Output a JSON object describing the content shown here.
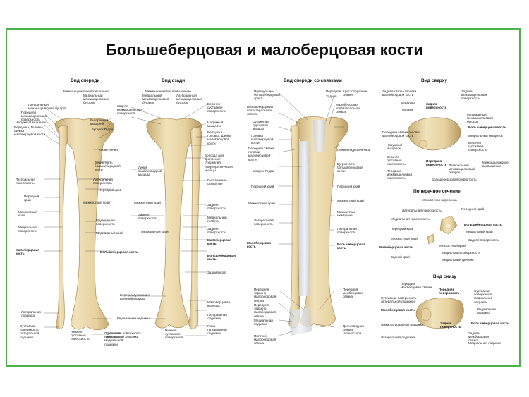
{
  "title": "Большеберцовая и малоберцовая кости",
  "views": {
    "front": "Вид спереди",
    "back": "Вид сзади",
    "front_lig": "Вид спереди со связками",
    "top": "Вид сверху",
    "cross": "Поперечное сечение",
    "bottom": "Вид снизу"
  },
  "front_labels": {
    "intercondylar": "Межмыщелковое возвышение",
    "lat_tubercle": "Латеральный межмыщелковый бугорок",
    "med_tubercle": "Медиальный межмыщелковый бугорок",
    "ant_intercond": "Передняя межмыщелковая поверхность",
    "lat_condyle": "Наружный мыщелок",
    "int_condyle": "Внутренний мыщелок",
    "apex_head": "Верхушка, Головка, Шейка малоберцовой кости",
    "gerdy": "Бугорок Герди",
    "oblique": "Косая линия",
    "tuberosity": "Бугристость большеберцовой кости",
    "lat_surface": "Латеральная поверхность",
    "ant_border": "Передний край",
    "ant_edge": "Передний край",
    "interosseous": "Межкостный край",
    "medial_surface": "Медиальная поверхность",
    "lat_surface2": "Латеральная поверхность",
    "medial_edge": "Медиальный край",
    "fibula": "Малоберцовая кость",
    "tibia": "Большеберцовая кость",
    "lat_malleolus": "Латеральная лодыжка",
    "art_surface": "Суставная поверхность латеральной лодыжки",
    "inf_art": "Нижняя суставная поверхность",
    "med_malleolus": "Суставная поверхность медиальной лодыжки"
  },
  "back_labels": {
    "intercondylar": "Межмыщелковое возвышение",
    "med_tubercle": "Медиальный межмыщелковый бугорок",
    "lat_tubercle": "Латеральный межмыщелковый бугорок",
    "post_intercond": "Задняя межмыщелковая поверхность",
    "upper_art": "Верхняя суставная поверхность",
    "lat_condyle": "Наружный мыщелок",
    "apex": "Верхушка, Головка, Шейка малоберцовой кости",
    "soleus": "Линия камбаловидной мышцы",
    "groove": "Борозда для крепления сухожилия полуперепончатой мышцы",
    "nutrient": "Питательное отверстие",
    "interosseous": "Межкостный край",
    "post_surface": "Задняя поверхность",
    "post_surface2": "Задняя поверхность",
    "medial_crest": "Медиальный гребень",
    "medial_edge": "Медиальный край",
    "fibula": "Малоберцовая кость",
    "tibia": "Большеберцовая кость",
    "post_edge": "Задний край",
    "flexor_groove": "Борозда сухожилия длинной мышцы",
    "med_malleolus": "Медиальная лодыжка",
    "fib_notch": "Малоберцовая вырезка",
    "lat_malleolus": "Латеральная лодыжка",
    "malleolar_fossa": "Ямка латеральной лодыжки",
    "inf_art": "Нижняя суставная поверхность",
    "art_med": "Суставная поверхность медиальной лодыжки"
  },
  "lig_labels": {
    "patellar": "Подвздошно-большеберцовый тракт",
    "ant": "Передняя",
    "post": "Задняя",
    "cruciate": "Крестообразные связки",
    "fib_coll": "Большеберцовая коллатеральная связка",
    "tib_coll": "Малоберцовая коллатеральная связка",
    "biceps": "Сухожилие двуглавой мышцы",
    "head": "Головка малоберцовой кости",
    "ant_lig": "Передняя связка головки малоберцовой кости",
    "patella_lig": "Связка надколенника",
    "gerdy": "Бугорок Герди",
    "tuberosity": "Бугристость большеберцовой кости",
    "ant_edge": "Передний край",
    "ant_edge2": "Передний край",
    "interosseous": "Межкостный край",
    "lat_surface": "Латеральная поверхность",
    "interosseous2": "Межкостный край",
    "membrane": "Межкостная мембрана",
    "lat_surface2": "Латеральная поверхность",
    "fibula": "Малоберцовая кость",
    "tibia": "Большеберцовая кость",
    "ant_tibiofib": "Передняя таранно-малоберцовая связка",
    "ant_lig2": "Передняя межберцовая связка",
    "ant_talo": "Передняя таранно-малоберцовая связка",
    "med_malleolus": "Медиальная лодыжка",
    "deltoid": "Дельтовидная связка голеностопа",
    "calcfib": "Пяточно-малоберцовая связка"
  },
  "top_labels": {
    "post_lig": "Задняя связка головки малоберцовой кости",
    "post_intercond": "Задняя межмыщелковая поверхность",
    "apex": "Верхушка",
    "head": "Головка",
    "post_surface": "Задняя поверхность",
    "med_tubercle": "Медиальный межмыщелковый бугорок",
    "ant_lig": "Передняя связка головки малоберцовой кости",
    "lat_condyle": "Наружный мыщелок",
    "med_condyle": "Медиальный мыщелок",
    "upper": "Верхняя суставная поверхность",
    "upper_art": "Верхняя суставная поверхность",
    "ant_intercond": "Передняя межмыщелковая поверхность",
    "ant_surface": "Передняя поверхность",
    "lat_inter": "Латеральный межмыщелковый бугорок",
    "intercondylar": "Межмыщелковое возвышение",
    "tuberosity": "Большеберцовая бугристость",
    "tibia": "Большеберцовая кость"
  },
  "cross_labels": {
    "interosseous": "Межкостная перепонка",
    "lat_surface": "Латеральная поверхность",
    "ant_edge": "Передний край",
    "medial_surface": "Медиальная поверхность",
    "ant_edge2": "Передний край",
    "tibia": "Большеберцовая кость",
    "interosseous2": "Межкостный край",
    "med_edge": "Медиальный край",
    "post_surface": "Задняя поверхность",
    "fibula": "Малоберцовая кость",
    "interosseous3": "Межкостный край",
    "med_surface": "Медиальная поверхность",
    "post_edge": "Задний край",
    "med_crest": "Медиальный гребень",
    "post_edge2": "Задний край",
    "post_surface2": "Задняя поверхность"
  },
  "bottom_labels": {
    "ant_lig": "Передняя межберцовая связка",
    "ant_surface": "Передняя поверхность",
    "art_surface": "Суставная поверхность латеральной лодыжки",
    "med_art": "Суставная поверхность медиальной лодыжки",
    "fibula": "Малоберцовая кость",
    "med_malleolus": "Медиальная лодыжка",
    "fossa": "Ямка латеральной лодыжки",
    "post_surface": "Задняя поверхность",
    "tibia": "Большеберцовая кость",
    "post_lig": "Задняя межберцовая связка",
    "lat_malleolus": "Латеральная лодыжка",
    "med_malleolus2": "Медиальная лодыжка"
  },
  "colors": {
    "frame": "#4bb34b",
    "bone": "#e8d6a6",
    "bone_shade": "#c9ad74",
    "ligament": "#d9dde3",
    "line": "#333333"
  }
}
